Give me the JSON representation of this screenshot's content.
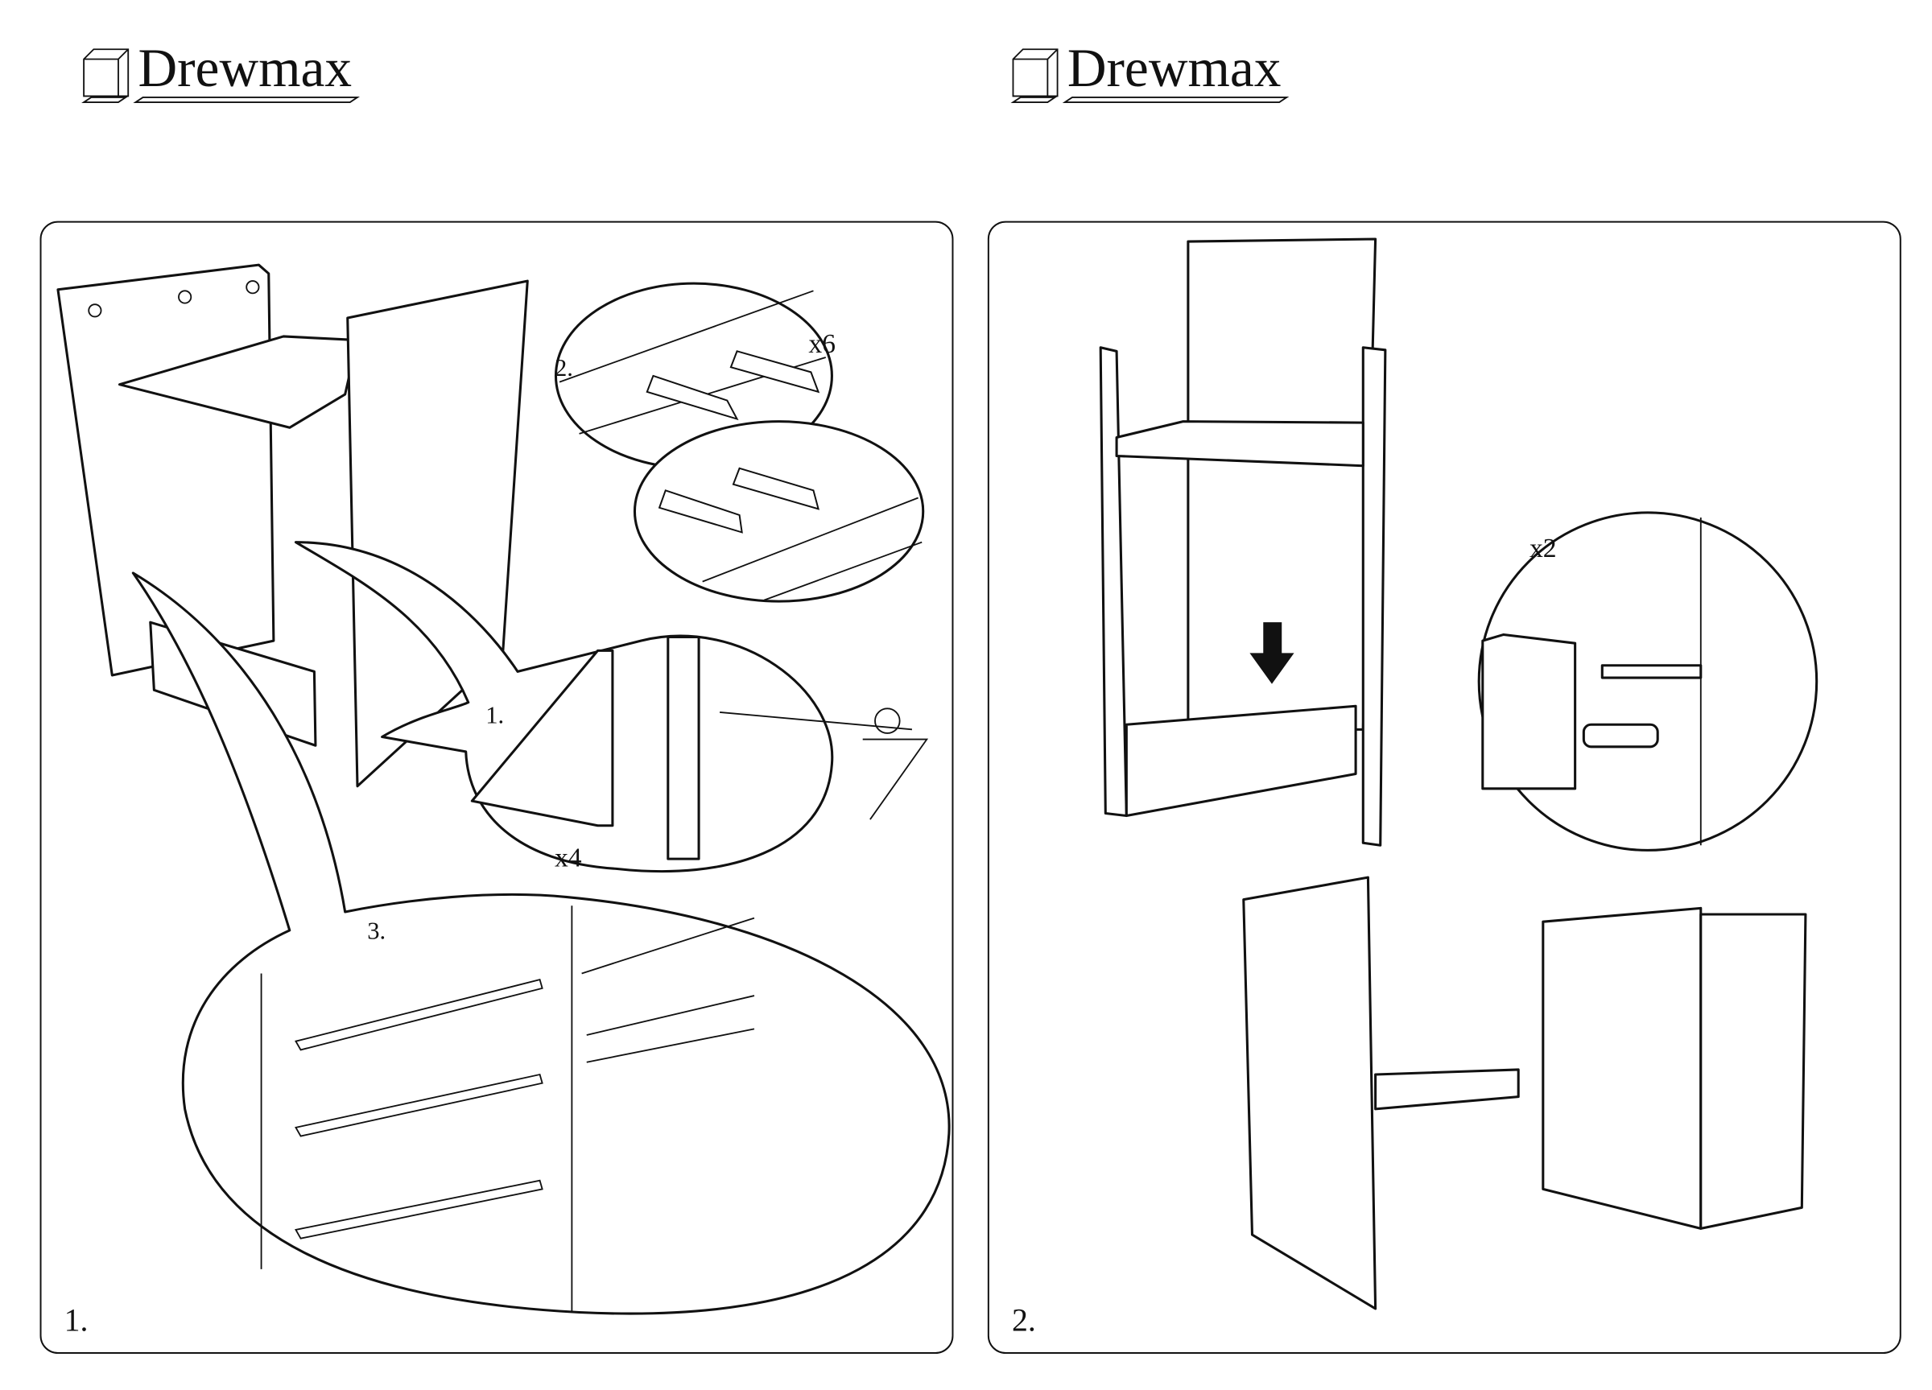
{
  "brand": {
    "name": "Drewmax"
  },
  "steps": [
    {
      "number": "1.",
      "callouts": [
        {
          "label": "2.",
          "quantity": "x6"
        },
        {
          "label": "1.",
          "quantity": "x4"
        },
        {
          "label": "3."
        }
      ]
    },
    {
      "number": "2.",
      "callouts": [
        {
          "quantity": "x2"
        }
      ]
    }
  ]
}
